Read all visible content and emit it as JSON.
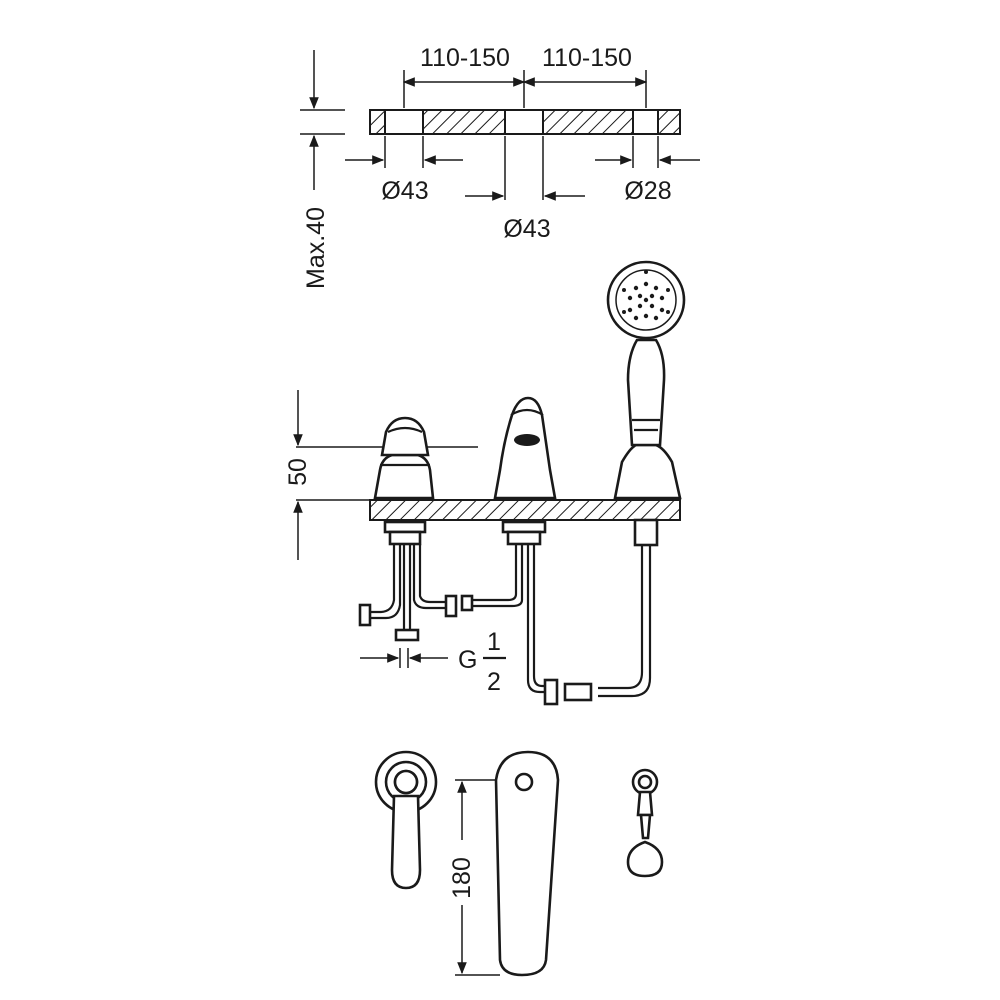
{
  "dimensions": {
    "spacing_left": "110-150",
    "spacing_right": "110-150",
    "hole_left": "Ø43",
    "hole_center": "Ø43",
    "hole_right": "Ø28",
    "deck_thickness": "Max.40",
    "height": "50",
    "thread_letter": "G",
    "thread_numerator": "1",
    "thread_denominator": "2",
    "spout_length": "180"
  }
}
